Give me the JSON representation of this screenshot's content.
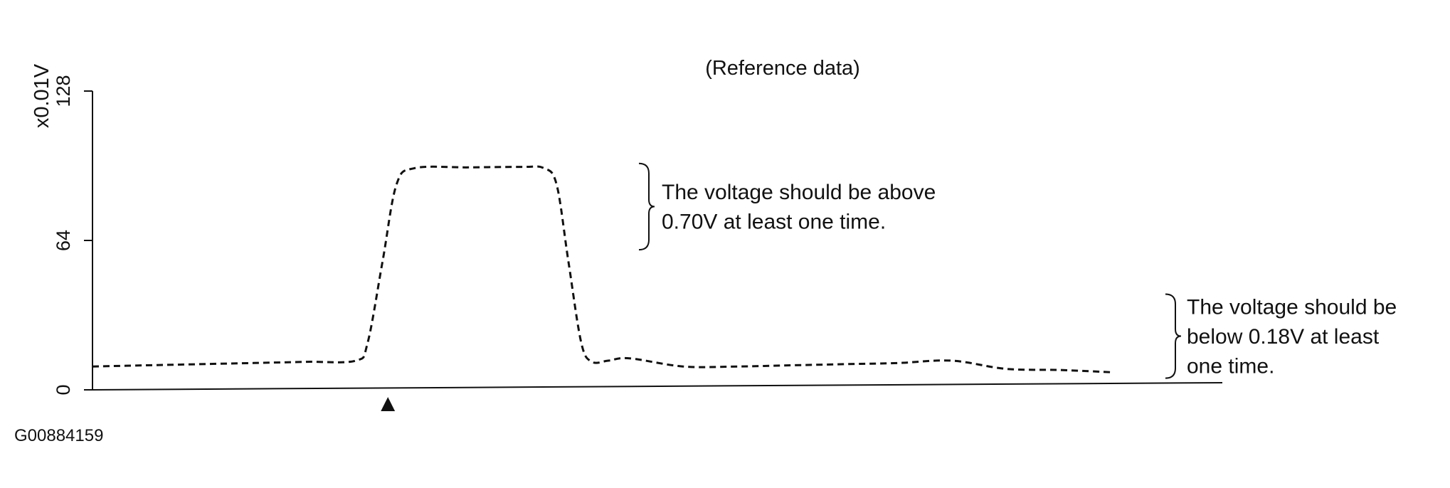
{
  "chart_data": {
    "type": "line",
    "title": "(Reference data)",
    "ylabel": "x0.01V",
    "xlabel": "",
    "ylim": [
      0,
      128
    ],
    "yticks": [
      0,
      64,
      128
    ],
    "grid": false,
    "legend": "none",
    "line_style": "dashed",
    "line_color": "#111111",
    "x": [
      0,
      5,
      10,
      15,
      20,
      24.5,
      25.6,
      27,
      28.3,
      30,
      35,
      40,
      42,
      43.2,
      44.3,
      45.5,
      46.5,
      48,
      50,
      55,
      60,
      65,
      70,
      75,
      80,
      85,
      90,
      95
    ],
    "y": [
      10,
      10.5,
      11,
      11.5,
      12,
      12.5,
      20,
      55,
      88,
      95,
      95.3,
      95.5,
      95,
      88,
      55,
      20,
      12,
      12.5,
      13.5,
      10,
      10,
      10.5,
      11,
      11.5,
      12.5,
      9,
      8.5,
      7.5
    ],
    "marker": {
      "x": 27.5,
      "symbol": "▲"
    },
    "annotations": [
      {
        "lines": [
          "The voltage should be above",
          "0.70V at least one time."
        ],
        "y_range": [
          60,
          97
        ]
      },
      {
        "lines": [
          "The voltage should be",
          "below 0.18V at least",
          "one time."
        ],
        "y_range": [
          5,
          41
        ]
      }
    ],
    "figure_id": "G00884159"
  }
}
